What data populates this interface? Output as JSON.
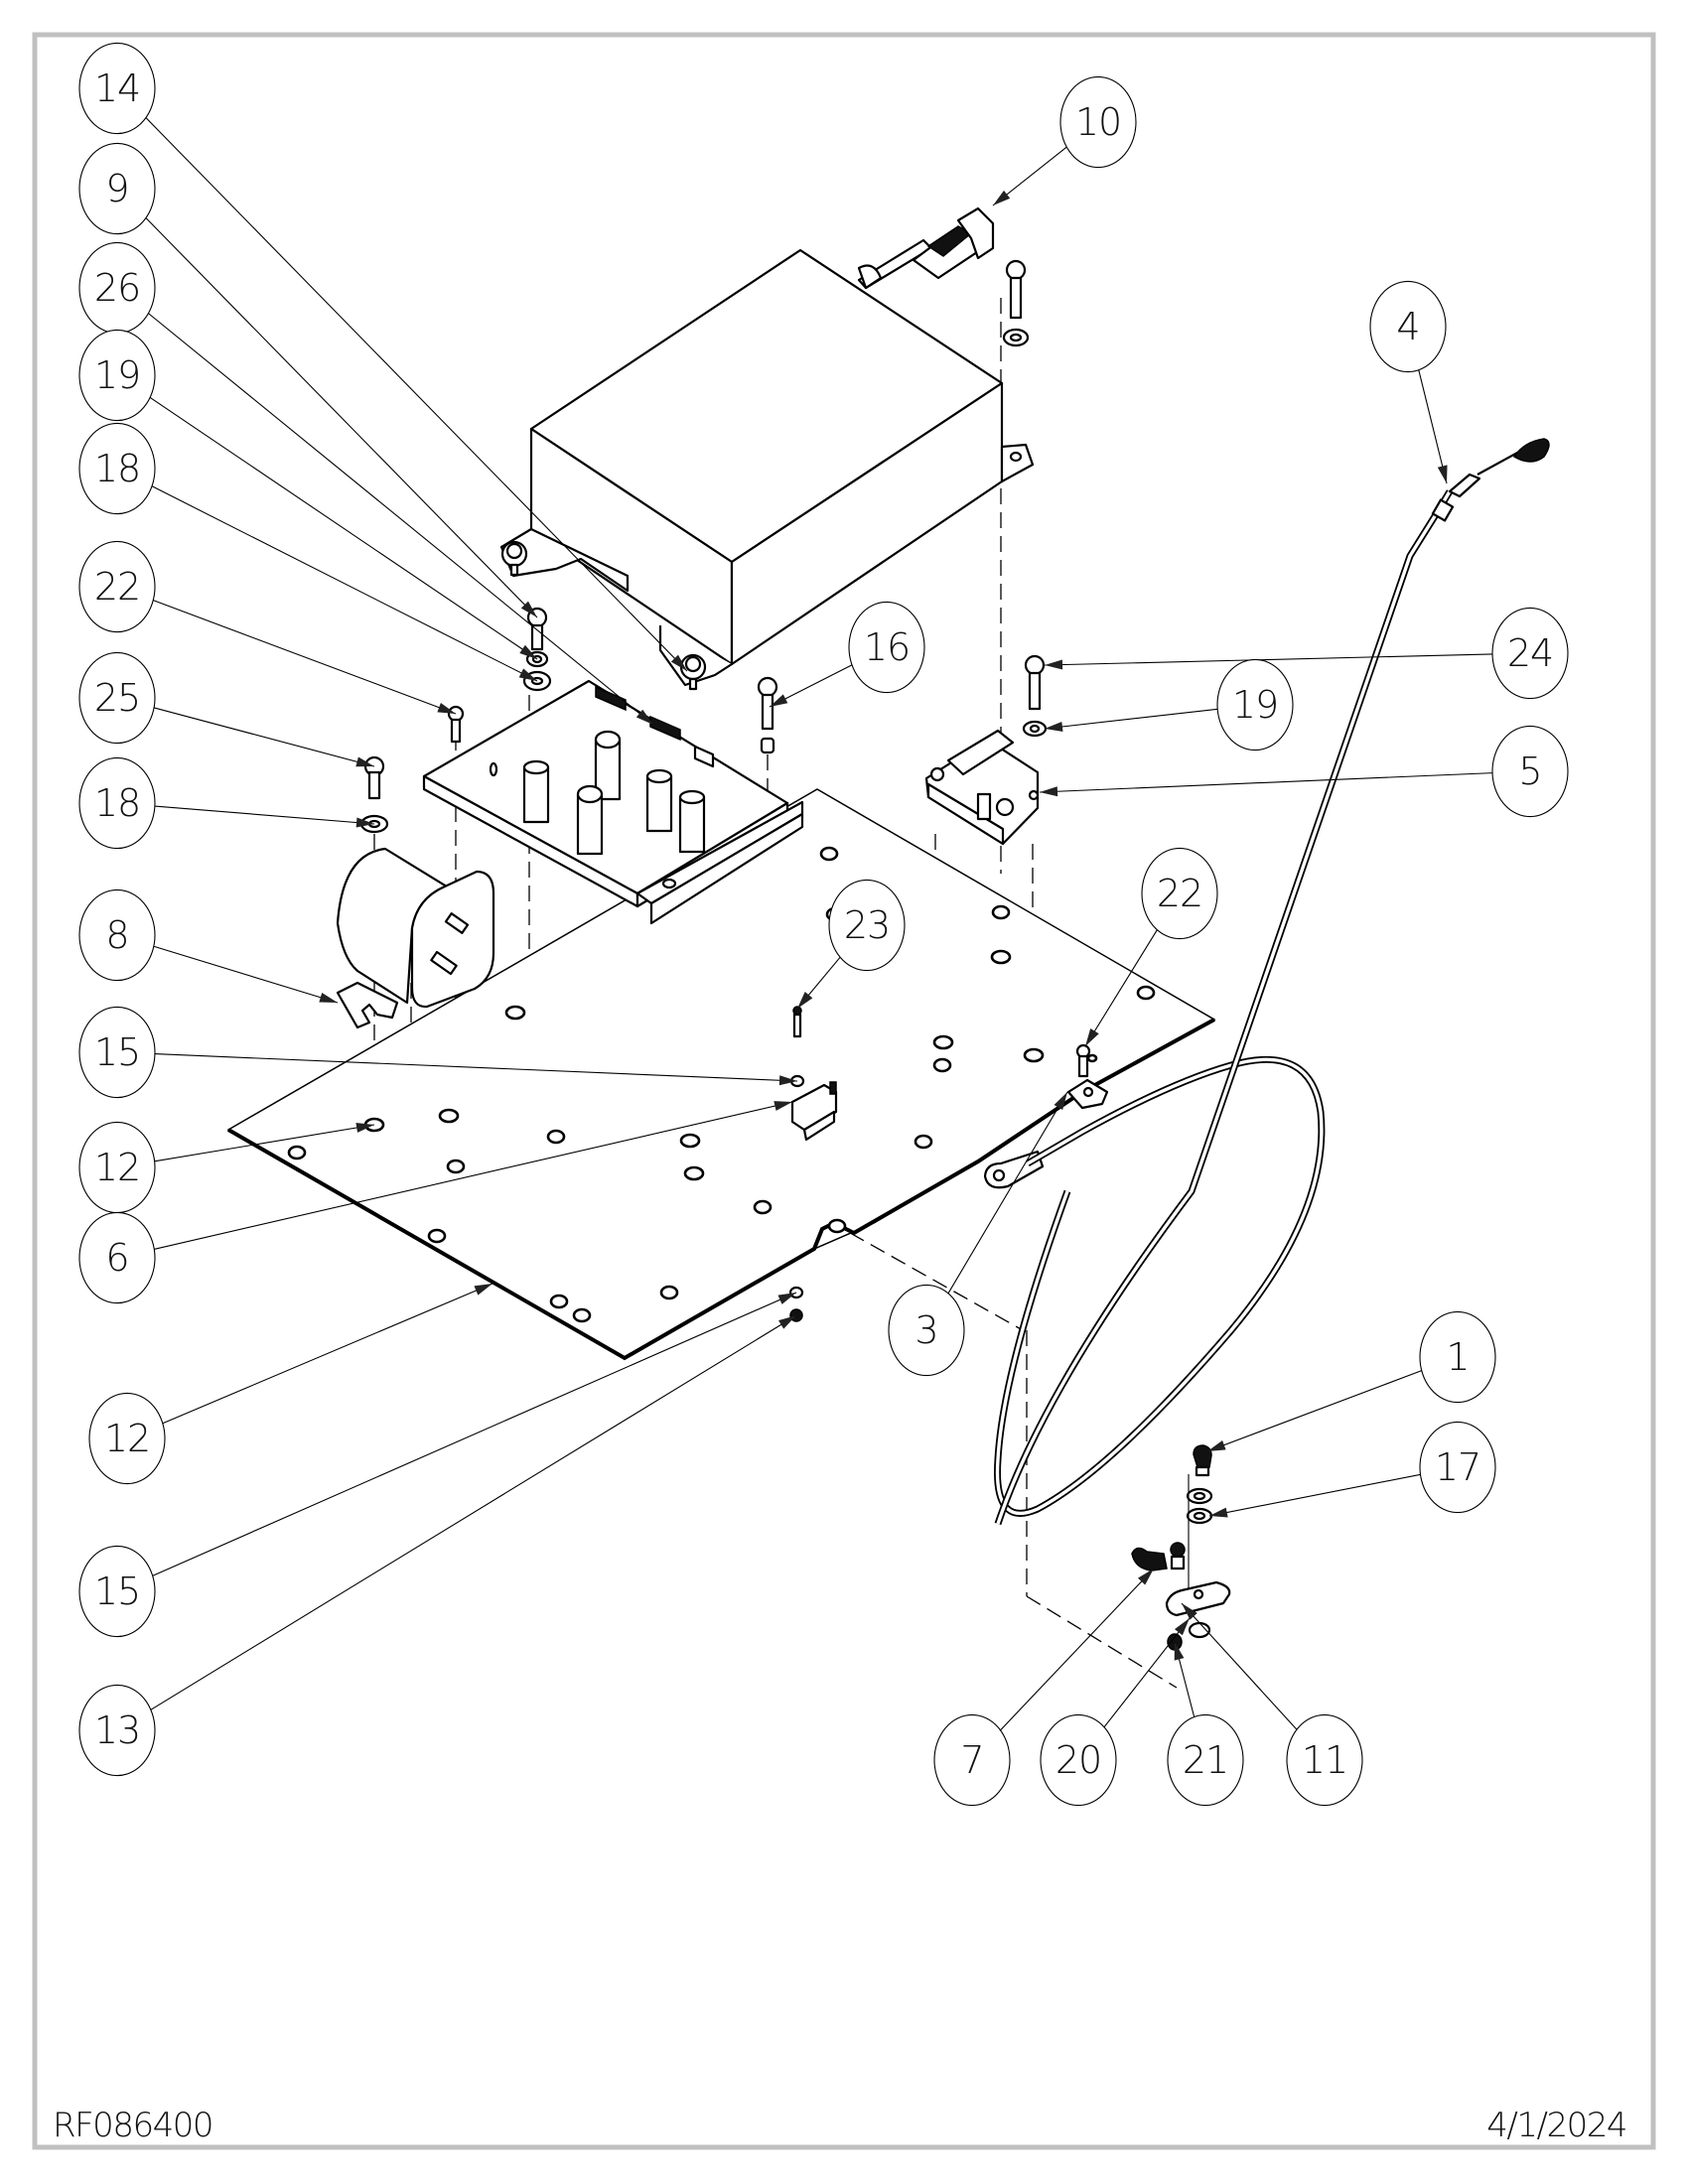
{
  "drawing": {
    "type": "exploded assembly parts diagram",
    "doc_number": "RF086400",
    "date": "4/1/2024"
  },
  "callouts": [
    {
      "id": "c14a",
      "label": "14"
    },
    {
      "id": "c9",
      "label": "9"
    },
    {
      "id": "c26",
      "label": "26"
    },
    {
      "id": "c19a",
      "label": "19"
    },
    {
      "id": "c18a",
      "label": "18"
    },
    {
      "id": "c22a",
      "label": "22"
    },
    {
      "id": "c25",
      "label": "25"
    },
    {
      "id": "c18b",
      "label": "18"
    },
    {
      "id": "c8",
      "label": "8"
    },
    {
      "id": "c15a",
      "label": "15"
    },
    {
      "id": "c12a",
      "label": "12"
    },
    {
      "id": "c6",
      "label": "6"
    },
    {
      "id": "c12b",
      "label": "12"
    },
    {
      "id": "c15b",
      "label": "15"
    },
    {
      "id": "c13",
      "label": "13"
    },
    {
      "id": "c10",
      "label": "10"
    },
    {
      "id": "c4",
      "label": "4"
    },
    {
      "id": "c16",
      "label": "16"
    },
    {
      "id": "c24",
      "label": "24"
    },
    {
      "id": "c19b",
      "label": "19"
    },
    {
      "id": "c5",
      "label": "5"
    },
    {
      "id": "c22b",
      "label": "22"
    },
    {
      "id": "c23",
      "label": "23"
    },
    {
      "id": "c3",
      "label": "3"
    },
    {
      "id": "c1",
      "label": "1"
    },
    {
      "id": "c17",
      "label": "17"
    },
    {
      "id": "c7",
      "label": "7"
    },
    {
      "id": "c20",
      "label": "20"
    },
    {
      "id": "c21",
      "label": "21"
    },
    {
      "id": "c11",
      "label": "11"
    }
  ],
  "parts_shown": [
    "enclosure-box",
    "connector-plug",
    "pcb-board",
    "line-filter",
    "base-plate",
    "circuit-breaker",
    "micro-switch",
    "ground-cable",
    "return-cable",
    "latch-bracket",
    "spring-clip",
    "cable-clamp",
    "bolts",
    "washers",
    "nuts",
    "spacers"
  ]
}
